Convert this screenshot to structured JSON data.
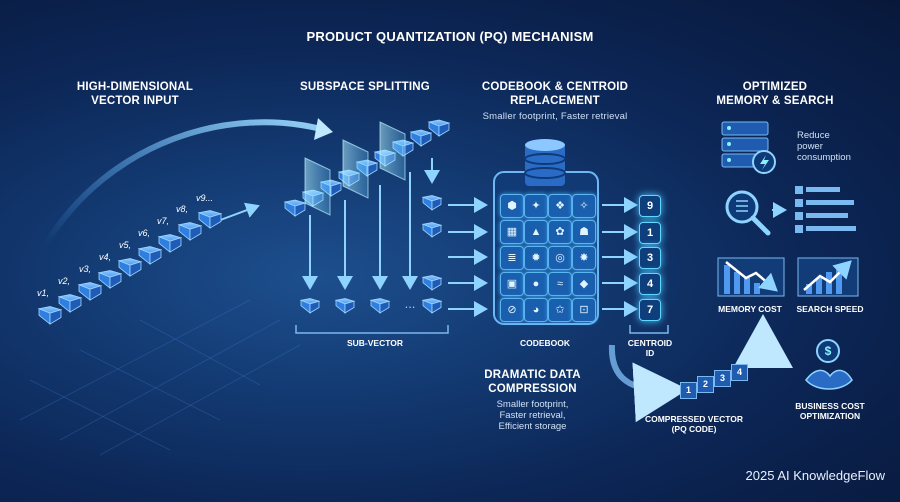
{
  "title": "PRODUCT QUANTIZATION (PQ) MECHANISM",
  "sections": {
    "input": {
      "title_line1": "HIGH-DIMENSIONAL",
      "title_line2": "VECTOR INPUT"
    },
    "split": {
      "title": "SUBSPACE SPLITTING",
      "footer": "SUB-VECTOR"
    },
    "codebook": {
      "title_line1": "CODEBOOK & CENTROID",
      "title_line2": "REPLACEMENT",
      "subtitle": "Smaller footprint, Faster retrieval",
      "footer": "CODEBOOK"
    },
    "centroid": {
      "label_line1": "CENTROID",
      "label_line2": "ID",
      "ids": [
        "9",
        "1",
        "3",
        "4",
        "7"
      ]
    },
    "optimized": {
      "title_line1": "OPTIMIZED",
      "title_line2": "MEMORY & SEARCH",
      "power_line1": "Reduce",
      "power_line2": "power",
      "power_line3": "consumption",
      "memory_cost": "MEMORY COST",
      "search_speed": "SEARCH SPEED",
      "business_line1": "BUSINESS COST",
      "business_line2": "OPTIMIZATION"
    },
    "compression": {
      "title_line1": "DRAMATIC DATA",
      "title_line2": "COMPRESSION",
      "desc_line1": "Smaller footprint,",
      "desc_line2": "Faster retrieval,",
      "desc_line3": "Efficient storage"
    },
    "compressed": {
      "label_line1": "COMPRESSED VECTOR",
      "label_line2": "(PQ CODE)",
      "codes": [
        "1",
        "2",
        "3",
        "4"
      ]
    }
  },
  "vectors": [
    "v1,",
    "v2,",
    "v3,",
    "v4,",
    "v5,",
    "v6,",
    "v7,",
    "v8,",
    "v9..."
  ],
  "ellipsis": "...",
  "footer_brand": "2025 AI KnowledgeFlow",
  "colors": {
    "accent": "#5fd8ff",
    "cube": "#2f7fe0",
    "background": "#0c2656"
  }
}
